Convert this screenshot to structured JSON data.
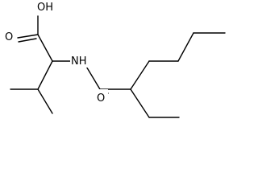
{
  "molecule": {
    "labels": {
      "hydroxyl": "OH",
      "acid_oxygen": "O",
      "amine": "NH",
      "amide_oxygen": "O"
    }
  },
  "colors": {
    "bond": "#000000",
    "text": "#000000",
    "background": "#ffffff"
  }
}
